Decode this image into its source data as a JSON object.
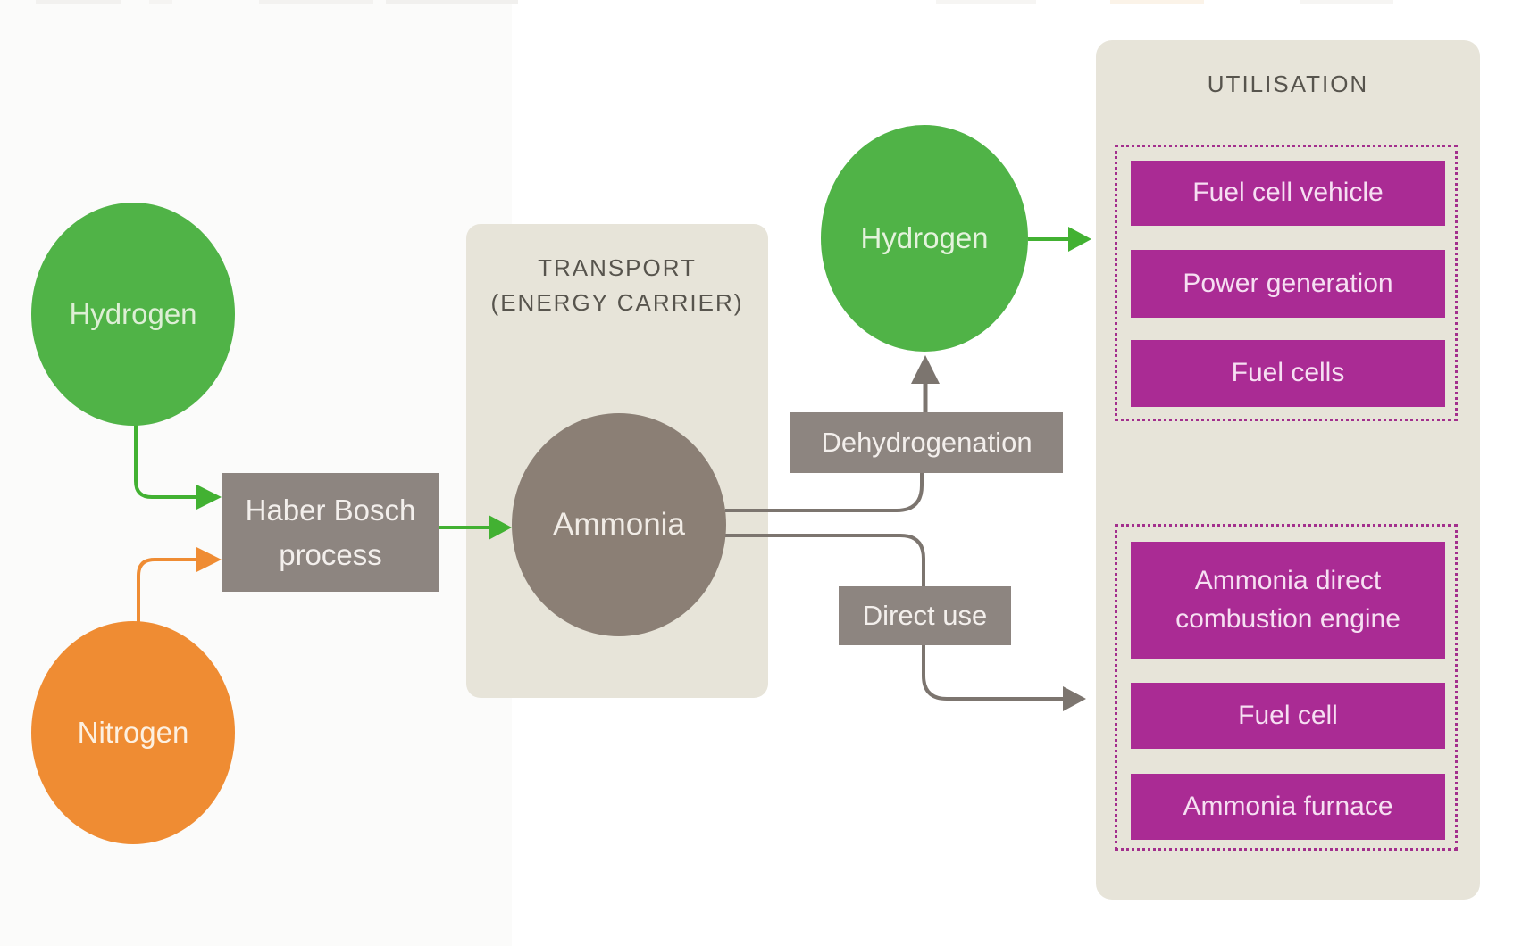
{
  "diagram": {
    "nodes": {
      "hydrogen_left": "Hydrogen",
      "nitrogen": "Nitrogen",
      "haber_bosch": "Haber Bosch process",
      "ammonia": "Ammonia",
      "hydrogen_right": "Hydrogen",
      "dehydrogenation": "Dehydrogenation",
      "direct_use": "Direct use"
    },
    "transport_panel": {
      "title_line1": "TRANSPORT",
      "title_line2": "(ENERGY CARRIER)"
    },
    "utilisation_panel": {
      "title": "UTILISATION",
      "hydrogen_uses": [
        "Fuel cell vehicle",
        "Power generation",
        "Fuel cells"
      ],
      "ammonia_uses": [
        "Ammonia direct combustion engine",
        "Fuel cell",
        "Ammonia furnace"
      ]
    },
    "palette": {
      "green": "#50b347",
      "orange": "#ef8c33",
      "gray_box": "#8d8580",
      "ammonia_gray": "#8b7f75",
      "connector_gray": "#7c756f",
      "panel_beige": "#e7e4d9",
      "magenta_box": "#aa2b94",
      "dotted_border": "#a32f8d",
      "header_text": "#57544d"
    }
  }
}
